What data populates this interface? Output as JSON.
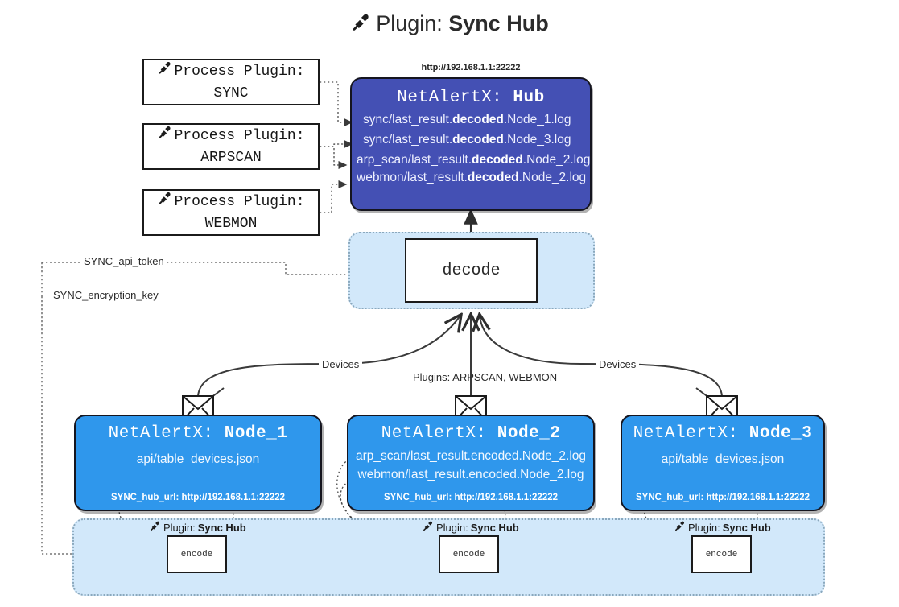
{
  "title": {
    "icon": "plug-icon",
    "prefix": "Plugin:",
    "name": "Sync Hub"
  },
  "process_plugins": [
    {
      "icon": "plug-icon",
      "line1": "Process Plugin:",
      "line2": "SYNC"
    },
    {
      "icon": "plug-icon",
      "line1": "Process Plugin:",
      "line2": "ARPSCAN"
    },
    {
      "icon": "plug-icon",
      "line1": "Process Plugin:",
      "line2": "WEBMON"
    }
  ],
  "hub": {
    "url": "http://192.168.1.1:22222",
    "title_prefix": "NetAlertX:",
    "title_name": "Hub",
    "logs": [
      {
        "pre": "sync/last_result.",
        "em": "decoded",
        "post": ".Node_1.log"
      },
      {
        "pre": "sync/last_result.",
        "em": "decoded",
        "post": ".Node_3.log"
      },
      {
        "pre": "arp_scan/last_result.",
        "em": "decoded",
        "post": ".Node_2.log"
      },
      {
        "pre": "webmon/last_result.",
        "em": "decoded",
        "post": ".Node_2.log"
      }
    ]
  },
  "decode": {
    "label": "decode"
  },
  "secrets": [
    {
      "label": "SYNC_api_token"
    },
    {
      "label": "SYNC_encryption_key"
    }
  ],
  "edge_labels": {
    "left_devices": "Devices",
    "center_plugins": "Plugins: ARPSCAN, WEBMON",
    "right_devices": "Devices"
  },
  "nodes": [
    {
      "icon": "envelope-icon",
      "title_prefix": "NetAlertX:",
      "title_name": "Node_1",
      "lines": [
        "api/table_devices.json"
      ],
      "hub_url_label": "SYNC_hub_url: http://192.168.1.1:22222"
    },
    {
      "icon": "envelope-icon",
      "title_prefix": "NetAlertX:",
      "title_name": "Node_2",
      "lines": [
        "arp_scan/last_result.encoded.Node_2.log",
        "webmon/last_result.encoded.Node_2.log"
      ],
      "hub_url_label": "SYNC_hub_url: http://192.168.1.1:22222"
    },
    {
      "icon": "envelope-icon",
      "title_prefix": "NetAlertX:",
      "title_name": "Node_3",
      "lines": [
        "api/table_devices.json"
      ],
      "hub_url_label": "SYNC_hub_url: http://192.168.1.1:22222"
    }
  ],
  "encoders": [
    {
      "icon": "plug-icon",
      "plugin_prefix": "Plugin:",
      "plugin_name": "Sync Hub",
      "label": "encode"
    },
    {
      "icon": "plug-icon",
      "plugin_prefix": "Plugin:",
      "plugin_name": "Sync Hub",
      "label": "encode"
    },
    {
      "icon": "plug-icon",
      "plugin_prefix": "Plugin:",
      "plugin_name": "Sync Hub",
      "label": "encode"
    }
  ],
  "colors": {
    "hub_fill": "#4450b4",
    "node_fill": "#2f97ec",
    "group_fill": "#d2e8fa",
    "stroke": "#15151f"
  }
}
